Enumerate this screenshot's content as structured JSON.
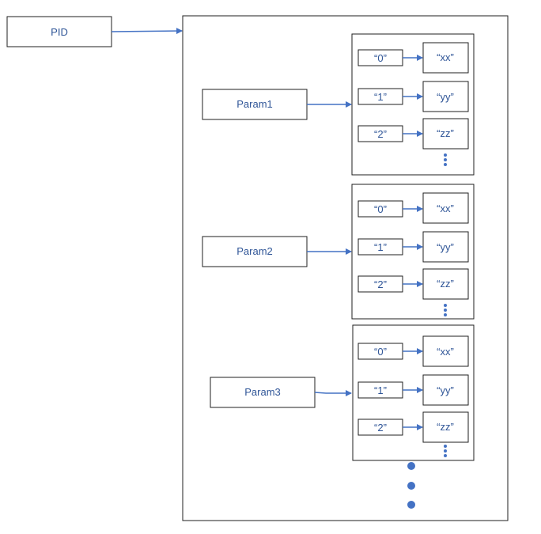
{
  "colors": {
    "accent": "#4472c4",
    "text": "#2f5597",
    "border": "#1f1f1f"
  },
  "root": {
    "label": "PID"
  },
  "params": [
    {
      "label": "Param1",
      "entries": [
        {
          "key": "“0”",
          "value": "“xx”"
        },
        {
          "key": "“1”",
          "value": "“yy”"
        },
        {
          "key": "“2”",
          "value": "“zz”"
        }
      ]
    },
    {
      "label": "Param2",
      "entries": [
        {
          "key": "“0”",
          "value": "“xx”"
        },
        {
          "key": "“1”",
          "value": "“yy”"
        },
        {
          "key": "“2”",
          "value": "“zz”"
        }
      ]
    },
    {
      "label": "Param3",
      "entries": [
        {
          "key": "“0”",
          "value": "“xx”"
        },
        {
          "key": "“1”",
          "value": "“yy”"
        },
        {
          "key": "“2”",
          "value": "“zz”"
        }
      ]
    }
  ]
}
